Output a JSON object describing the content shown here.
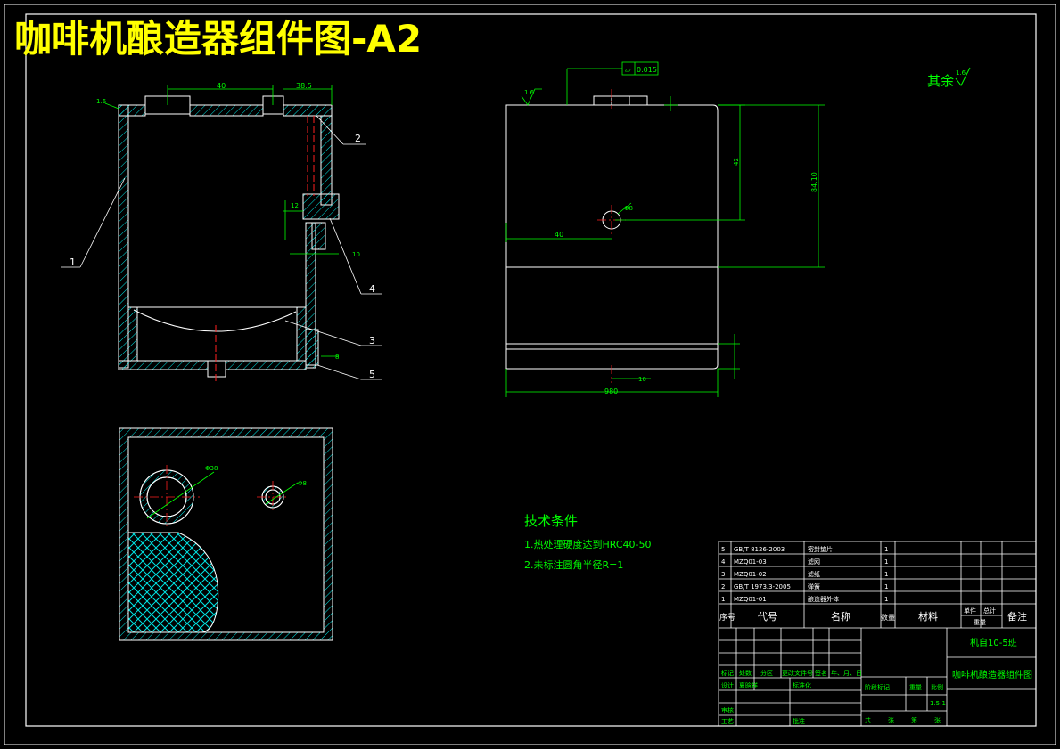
{
  "title": "咖啡机酿造器组件图-A2",
  "roughness_other": "其余",
  "roughness_value": "1.6",
  "roughness_top": "1.6",
  "roughness_left_label": "其余",
  "flatness_value": "0.015",
  "dims_section": {
    "top_width": "40",
    "top_right": "38.5",
    "d1": "12",
    "d2": "10",
    "d3": "8"
  },
  "dims_front": {
    "hole_dia": "Φ8",
    "left_offset": "40",
    "height_upper": "42",
    "height_total": "84.10",
    "width_total": "980",
    "bottom_hole": "10"
  },
  "dims_plan": {
    "big_hole": "Φ38",
    "small_hole": "Φ8"
  },
  "part_callouts": [
    "1",
    "2",
    "3",
    "4",
    "5"
  ],
  "tech": {
    "heading": "技术条件",
    "items": [
      "1.热处理硬度达到HRC40-50",
      "2.未标注圆角半径R=1"
    ]
  },
  "bom": {
    "rows": [
      {
        "no": "5",
        "code": "GB/T 8126-2003",
        "name": "密封垫片",
        "qty": "1"
      },
      {
        "no": "4",
        "code": "MZQ01-03",
        "name": "滤网",
        "qty": "1"
      },
      {
        "no": "3",
        "code": "MZQ01-02",
        "name": "滤纸",
        "qty": "1"
      },
      {
        "no": "2",
        "code": "GB/T 1973.3-2005",
        "name": "弹簧",
        "qty": "1"
      },
      {
        "no": "1",
        "code": "MZQ01-01",
        "name": "酿造器外体",
        "qty": "1"
      }
    ],
    "headers": {
      "no": "序号",
      "code": "代号",
      "name": "名称",
      "qty": "数量",
      "material": "材料",
      "unit": "单件",
      "total": "总计",
      "weight": "重量",
      "remark": "备注"
    }
  },
  "titleblock": {
    "org": "机自10-5班",
    "drawing_name": "咖啡机酿造器组件图",
    "mark": "标记",
    "count": "处数",
    "zone": "分区",
    "doc_no": "更改文件号",
    "sign": "签名",
    "date": "年、月、日",
    "design": "设计",
    "designer": "夏晗祥",
    "standard": "标准化",
    "stage_mark": "阶段标记",
    "weight": "重量",
    "scale": "比例",
    "scale_value": "1.5:1",
    "review": "审核",
    "process": "工艺",
    "approve": "批准",
    "sheets": "共",
    "sheet_unit": "张",
    "page": "第",
    "page_unit": "张"
  }
}
